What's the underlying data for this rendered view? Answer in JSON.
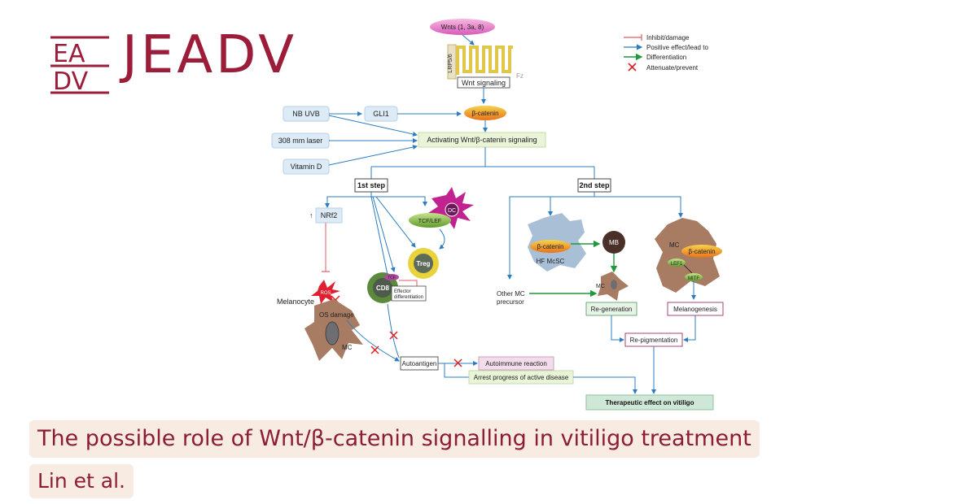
{
  "logo": {
    "mark_top": "EA",
    "mark_bottom": "DV",
    "text": "JEADV"
  },
  "caption": {
    "title": "The possible role of Wnt/β-catenin signalling in vitiligo treatment",
    "author": "Lin et al."
  },
  "legend": [
    {
      "label": "Inhibit/damage",
      "color": "#e05a6a"
    },
    {
      "label": "Positive effect/lead to",
      "color": "#2c7cc1"
    },
    {
      "label": "Differentiation",
      "color": "#1e9a3c"
    },
    {
      "label": "Attenuate/prevent",
      "color": "#e02020"
    }
  ],
  "nodes": {
    "wnts": "Wnts (1, 3a, 8)",
    "lrp": "LRP5/6",
    "fz": "Fz",
    "wnt_signaling": "Wnt signaling",
    "beta_catenin": "β-catenin",
    "nb_uvb": "NB UVB",
    "gli1": "GLI1",
    "laser": "308 mm laser",
    "vitamin_d": "Vitamin D",
    "activating": "Activating Wnt/β-catenin signaling",
    "step1": "1st step",
    "step2": "2nd step",
    "nrf2": "NRf2",
    "nrf2_arrow": "↑",
    "dc": "DC",
    "tcf_lef": "TCF/LEF",
    "treg": "Treg",
    "cd8": "CD8",
    "tcf": "TCF",
    "effector_1": "Effector",
    "effector_2": "differentiation",
    "ros": "ROS",
    "melanocyte": "Melanocyte",
    "os_damage": "OS damage",
    "mc": "MC",
    "autoantigen": "Autoantigen",
    "autoimmune": "Autoimmune reaction",
    "arrest": "Arrest progress of active disease",
    "hf_beta": "β-catenin",
    "hf_mcsc": "HF McSC",
    "mb": "MB",
    "mc_small": "MC",
    "other_mc_1": "Other MC",
    "other_mc_2": "precursor",
    "regeneration": "Re-generation",
    "mc_right": "MC",
    "mc_beta": "β-catenin",
    "lef1": "LEF1",
    "mitf": "MITF",
    "melanogenesis": "Melanogenesis",
    "repigmentation": "Re-pigmentation",
    "therapeutic": "Therapeutic effect on vitiligo"
  },
  "colors": {
    "brand": "#9b1d3a",
    "caption_bg": "#f8ebe1",
    "arrow_blue": "#2c7cc1",
    "arrow_green": "#1e9a3c",
    "inhibit_red": "#e05a6a",
    "cell_brown": "#a87c63",
    "hf_cell": "#a9bfd6",
    "dc_magenta": "#c2228f",
    "treg_yellow": "#e9d23a"
  }
}
